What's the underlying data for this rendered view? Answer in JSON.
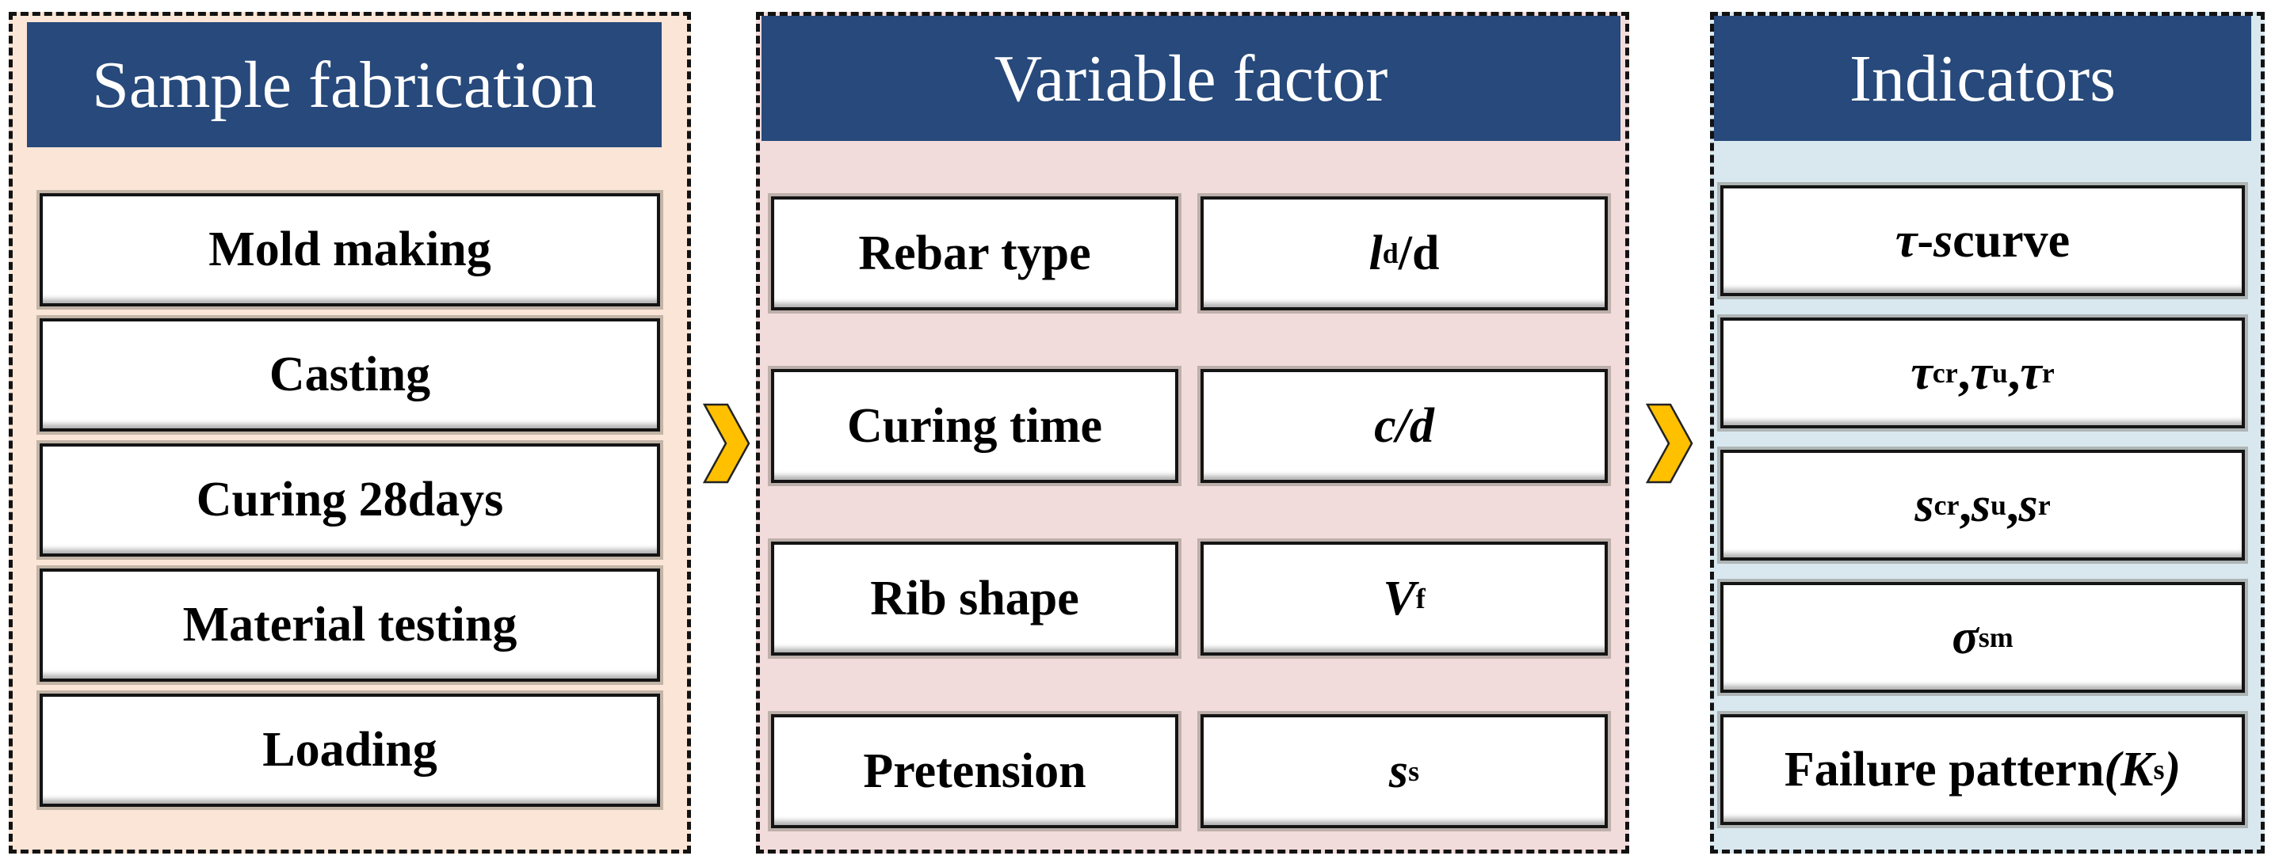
{
  "colors": {
    "header_bg": "#27497B",
    "header_text": "#FFFFFF",
    "fabrication_bg": "#FBE5D6",
    "variables_bg": "#F2DCDB",
    "indicators_bg": "#D9E8EF",
    "box_border": "#141414",
    "arrow": "#FFC000"
  },
  "icons": {
    "flow_arrow": "chevron-right"
  },
  "panels": {
    "fabrication": {
      "title": "Sample fabrication",
      "items": [
        "Mold making",
        "Casting",
        "Curing 28days",
        "Material testing",
        "Loading"
      ]
    },
    "variables": {
      "title": "Variable factor",
      "factor_names": [
        "Rebar type",
        "Curing time",
        "Rib shape",
        "Pretension"
      ],
      "factor_symbols": [
        [
          {
            "t": "l",
            "s": "bi"
          },
          {
            "t": "d",
            "s": "sub"
          },
          {
            "t": "/d",
            "s": "b"
          }
        ],
        [
          {
            "t": "c/d",
            "s": "bi"
          }
        ],
        [
          {
            "t": "V",
            "s": "bi"
          },
          {
            "t": "f",
            "s": "sub"
          }
        ],
        [
          {
            "t": "s",
            "s": "bi"
          },
          {
            "t": "s",
            "s": "sub"
          }
        ]
      ]
    },
    "indicators": {
      "title": "Indicators",
      "items": [
        [
          {
            "t": "τ",
            "s": "bi"
          },
          {
            "t": "-",
            "s": "b"
          },
          {
            "t": "s",
            "s": "bi"
          },
          {
            "t": " curve",
            "s": "b"
          }
        ],
        [
          {
            "t": "τ",
            "s": "bi"
          },
          {
            "t": "cr",
            "s": "sub"
          },
          {
            "t": ", ",
            "s": "b"
          },
          {
            "t": "τ",
            "s": "bi"
          },
          {
            "t": "u",
            "s": "sub"
          },
          {
            "t": ", ",
            "s": "b"
          },
          {
            "t": "τ",
            "s": "bi"
          },
          {
            "t": "r",
            "s": "sub"
          }
        ],
        [
          {
            "t": "s",
            "s": "bi"
          },
          {
            "t": "cr",
            "s": "sub"
          },
          {
            "t": ", ",
            "s": "b"
          },
          {
            "t": "s",
            "s": "bi"
          },
          {
            "t": "u",
            "s": "sub"
          },
          {
            "t": ", ",
            "s": "b"
          },
          {
            "t": "s",
            "s": "bi"
          },
          {
            "t": "r",
            "s": "sub"
          }
        ],
        [
          {
            "t": "σ",
            "s": "bi"
          },
          {
            "t": "sm",
            "s": "sub"
          }
        ],
        [
          {
            "t": "Failure pattern",
            "s": "b"
          },
          {
            "t": "(",
            "s": "bi"
          },
          {
            "t": "K",
            "s": "bi"
          },
          {
            "t": "s",
            "s": "sub"
          },
          {
            "t": ")",
            "s": "bi"
          }
        ]
      ]
    }
  }
}
